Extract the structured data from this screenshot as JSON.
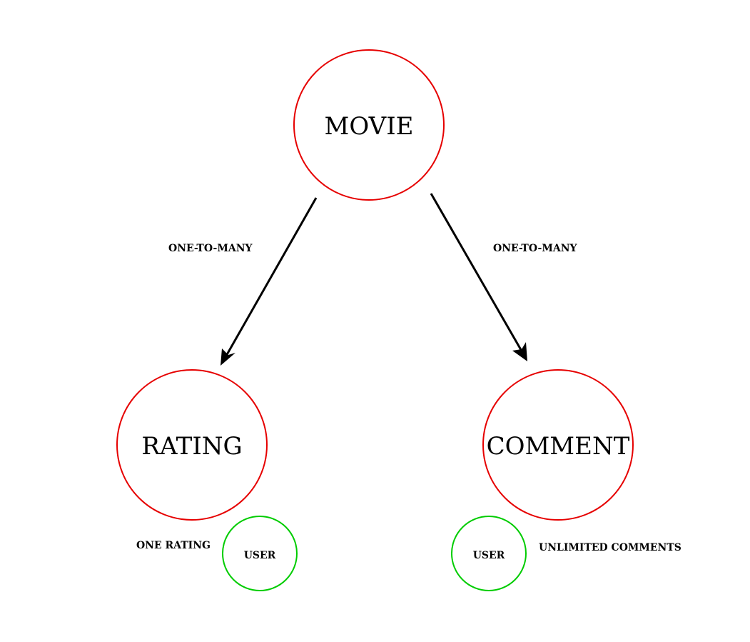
{
  "nodes": {
    "movie": {
      "label": "MOVIE"
    },
    "rating": {
      "label": "RATING"
    },
    "comment": {
      "label": "COMMENT"
    },
    "rating_user": {
      "label": "USER"
    },
    "comment_user": {
      "label": "USER"
    }
  },
  "edges": {
    "movie_rating": {
      "label": "ONE-TO-MANY"
    },
    "movie_comment": {
      "label": "ONE-TO-MANY"
    }
  },
  "notes": {
    "one_rating": "ONE RATING",
    "unlimited_comments": "UNLIMITED COMMENTS"
  },
  "colors": {
    "entity_stroke": "#e60000",
    "user_stroke": "#00cc00",
    "edge_stroke": "#000000"
  }
}
